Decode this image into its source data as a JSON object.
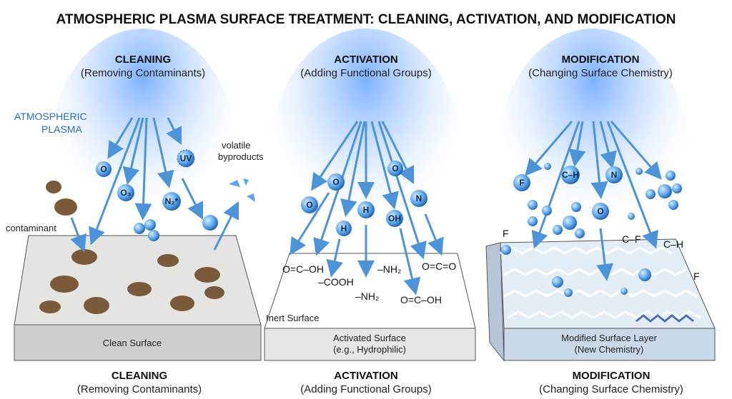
{
  "title": "ATMOSPHERIC PLASMA SURFACE TREATMENT: CLEANING, ACTIVATION, AND MODIFICATION",
  "panels": [
    {
      "heading": "CLEANING",
      "subtitle": "(Removing Contaminants)",
      "surface_label": "Clean Surface",
      "footer_heading": "CLEANING",
      "footer_subtitle": "(Removing Contaminants)"
    },
    {
      "heading": "ACTIVATION",
      "subtitle": "(Adding Functional Groups)",
      "surface_label_1": "Activated Surface",
      "surface_label_2": "(e.g., Hydrophilic)",
      "inert_label": "Inert Surface",
      "footer_heading": "ACTIVATION",
      "footer_subtitle": "(Adding Functional Groups)"
    },
    {
      "heading": "MODIFICATION",
      "subtitle": "(Changing Surface Chemistry)",
      "surface_label_1": "Modified Surface Layer",
      "surface_label_2": "(New Chemistry)",
      "footer_heading": "MODIFICATION",
      "footer_subtitle": "(Changing Surface Chemistry)"
    }
  ],
  "cleaning": {
    "plasma_label_1": "ATMOSPHERIC",
    "plasma_label_2": "PLASMA",
    "contaminant": "contaminant",
    "volatile_1": "volatile",
    "volatile_2": "byproducts",
    "species": [
      "O",
      "O₃",
      "N₂*",
      "UV"
    ]
  },
  "activation": {
    "species": [
      "O",
      "O",
      "H",
      "H",
      "OH",
      "O",
      "N"
    ],
    "groups": [
      "O=C–OH",
      "–COOH",
      "–NH₂",
      "–NH₂",
      "O=C=O",
      "O=C–OH"
    ]
  },
  "modification": {
    "species": [
      "F",
      "C–H",
      "N",
      "O"
    ],
    "labels": [
      "F",
      "C–F",
      "C–H",
      "F"
    ]
  },
  "colors": {
    "plasma": "#4d93d8",
    "glow": "#9cc8ff",
    "contaminant": "#7a5a3a",
    "slab_top_mod": "#e3edf6"
  }
}
